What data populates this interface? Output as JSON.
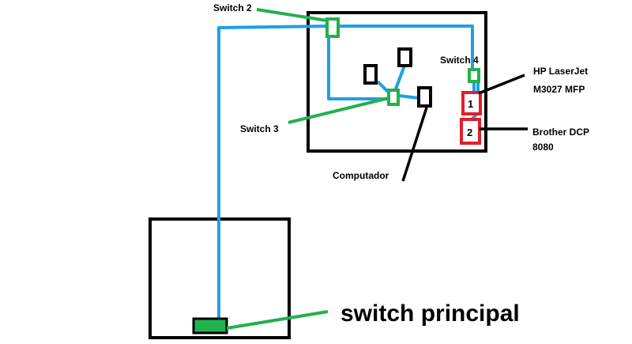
{
  "labels": {
    "switch2": "Switch 2",
    "switch3": "Switch 3",
    "switch4": "Switch 4",
    "computador": "Computador",
    "printer1_line1": "HP LaserJet",
    "printer1_line2": "M3027 MFP",
    "printer2_line1": "Brother DCP",
    "printer2_line2": "8080",
    "port1": "1",
    "port2": "2",
    "switch_principal": "switch principal"
  },
  "colors": {
    "cable": "#1ea0e6",
    "switch": "#22b14c",
    "printer_box": "#e0202a",
    "outline": "#000000"
  }
}
